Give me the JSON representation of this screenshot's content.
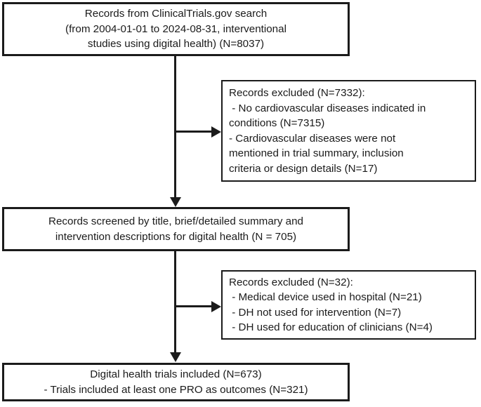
{
  "diagram": {
    "title": "PRISMA-style study selection flow diagram",
    "type": "flowchart",
    "colors": {
      "stroke": "#1b1b1b",
      "fill": "#ffffff",
      "text": "#1b1b1b"
    },
    "nodes": {
      "records_identified": {
        "id": "box1",
        "align": "center",
        "lines": [
          "Records from ClinicalTrials.gov search",
          "(from 2004-01-01 to 2024-08-31, interventional",
          "studies using digital health) (N=8037)"
        ]
      },
      "excluded_first": {
        "id": "box2",
        "align": "left",
        "lines": [
          "Records excluded (N=7332):",
          " - No cardiovascular diseases indicated in",
          "conditions (N=7315)",
          "- Cardiovascular diseases were not",
          "mentioned in trial summary, inclusion",
          "criteria or design details (N=17)"
        ]
      },
      "records_screened": {
        "id": "box3",
        "align": "center",
        "lines": [
          "Records screened by title, brief/detailed summary and",
          "intervention descriptions for digital health (N = 705)"
        ]
      },
      "excluded_second": {
        "id": "box4",
        "align": "left",
        "lines": [
          "Records excluded (N=32):",
          " - Medical device used in hospital (N=21)",
          " - DH not used for intervention (N=7)",
          " - DH used for education of clinicians (N=4)"
        ]
      },
      "trials_included": {
        "id": "box5",
        "align": "center",
        "lines": [
          "Digital health trials included (N=673)",
          "- Trials included at least one PRO as outcomes (N=321)"
        ]
      }
    },
    "connectors": [
      {
        "name": "identified-to-screened",
        "from": "records_identified",
        "to": "records_screened",
        "direction": "down"
      },
      {
        "name": "identified-to-excluded-first",
        "from": "records_identified",
        "to": "excluded_first",
        "direction": "right"
      },
      {
        "name": "screened-to-included",
        "from": "records_screened",
        "to": "trials_included",
        "direction": "down"
      },
      {
        "name": "screened-to-excluded-second",
        "from": "records_screened",
        "to": "excluded_second",
        "direction": "right"
      }
    ]
  }
}
